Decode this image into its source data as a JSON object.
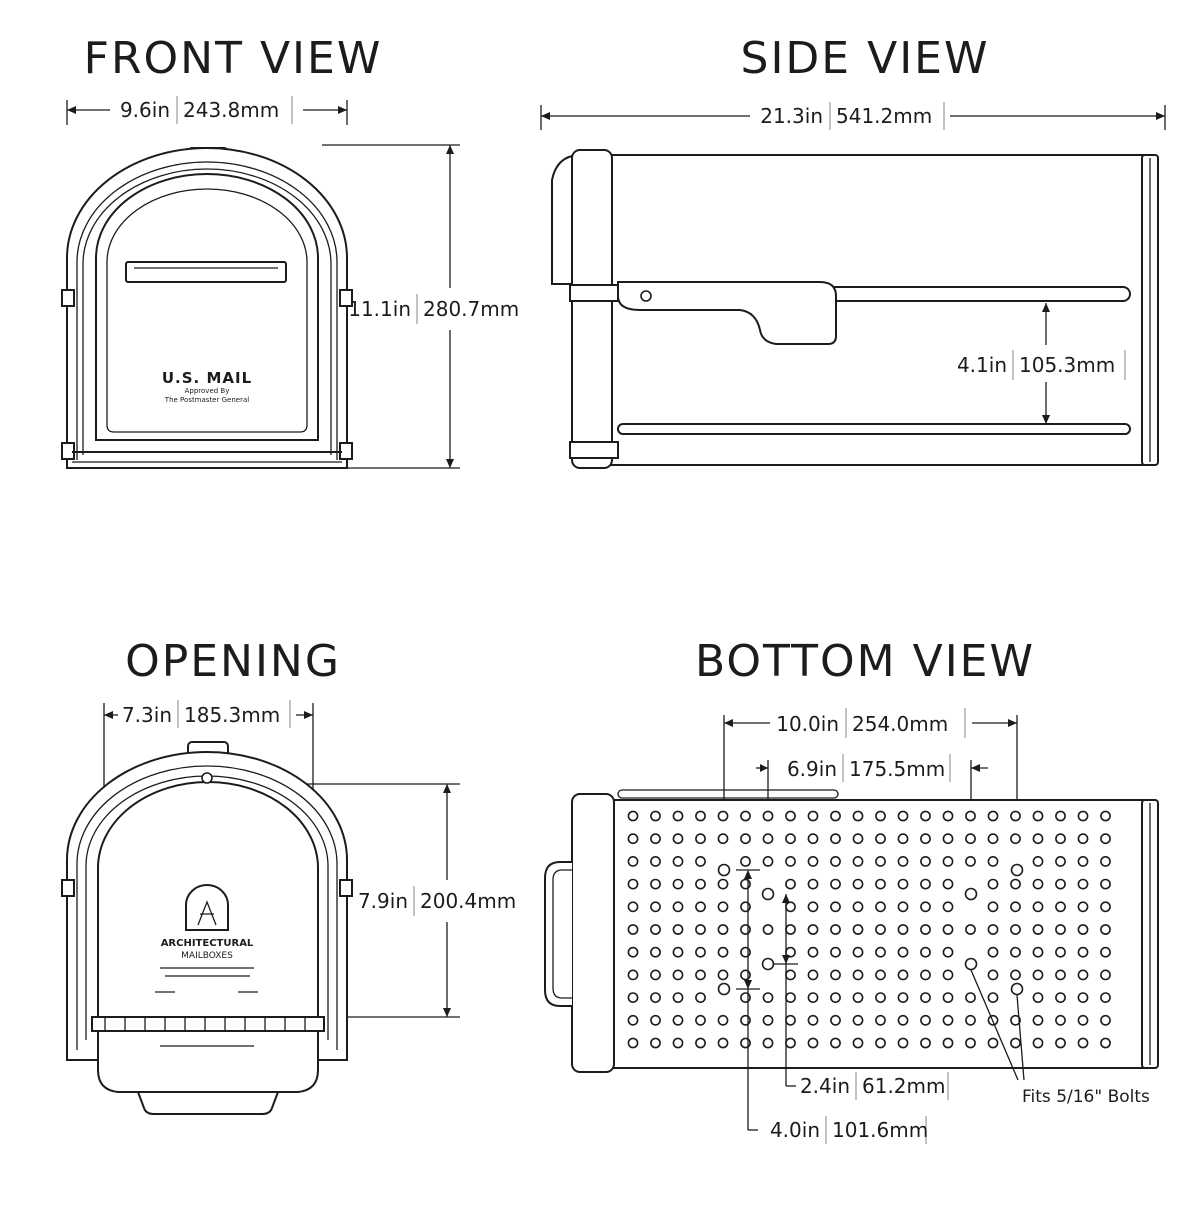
{
  "front_view": {
    "title": "FRONT VIEW",
    "width_in": "9.6in",
    "width_mm": "243.8mm",
    "height_in": "11.1in",
    "height_mm": "280.7mm",
    "label_main": "U.S. MAIL",
    "label_sub1": "Approved By",
    "label_sub2": "The Postmaster General"
  },
  "side_view": {
    "title": "SIDE VIEW",
    "length_in": "21.3in",
    "length_mm": "541.2mm",
    "flag_height_in": "4.1in",
    "flag_height_mm": "105.3mm"
  },
  "opening": {
    "title": "OPENING",
    "width_in": "7.3in",
    "width_mm": "185.3mm",
    "height_in": "7.9in",
    "height_mm": "200.4mm",
    "brand_line1": "ARCHITECTURAL",
    "brand_line2": "MAILBOXES"
  },
  "bottom_view": {
    "title": "BOTTOM VIEW",
    "outer_spacing_in": "10.0in",
    "outer_spacing_mm": "254.0mm",
    "inner_spacing_in": "6.9in",
    "inner_spacing_mm": "175.5mm",
    "inner_vertical_in": "2.4in",
    "inner_vertical_mm": "61.2mm",
    "outer_vertical_in": "4.0in",
    "outer_vertical_mm": "101.6mm",
    "bolt_note": "Fits 5/16\" Bolts"
  }
}
